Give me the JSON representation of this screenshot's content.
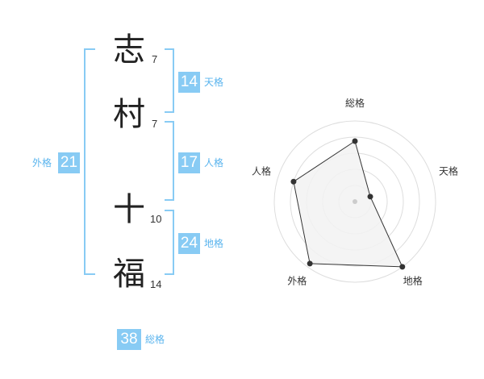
{
  "name": {
    "chars": [
      {
        "char": "志",
        "strokes": "7"
      },
      {
        "char": "村",
        "strokes": "7"
      },
      {
        "char": "十",
        "strokes": "10"
      },
      {
        "char": "福",
        "strokes": "14"
      }
    ]
  },
  "fortunes": {
    "tenkaku": {
      "value": "14",
      "label": "天格"
    },
    "jinkaku": {
      "value": "17",
      "label": "人格"
    },
    "chikaku": {
      "value": "24",
      "label": "地格"
    },
    "gaikaku": {
      "value": "21",
      "label": "外格"
    },
    "soukaku": {
      "value": "38",
      "label": "総格"
    }
  },
  "colors": {
    "accent": "#88cbf4",
    "label": "#5ab4ee",
    "radar_fill": "#f2f2f2",
    "grid": "#dddddd"
  },
  "chart_data": {
    "type": "radar",
    "axes": [
      "総格",
      "天格",
      "地格",
      "外格",
      "人格"
    ],
    "values": [
      0.75,
      0.2,
      1.0,
      0.95,
      0.8
    ],
    "range": [
      0,
      1
    ],
    "rings": 5
  }
}
